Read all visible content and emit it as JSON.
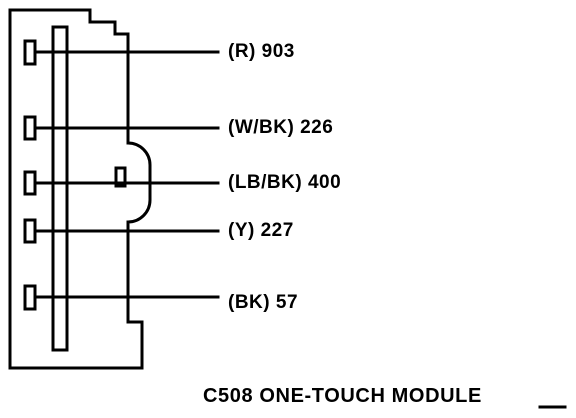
{
  "connector": {
    "caption": "C508 ONE-TOUCH MODULE"
  },
  "wires": [
    {
      "label": "(R) 903"
    },
    {
      "label": "(W/BK) 226"
    },
    {
      "label": "(LB/BK) 400"
    },
    {
      "label": "(Y) 227"
    },
    {
      "label": "(BK) 57"
    }
  ]
}
